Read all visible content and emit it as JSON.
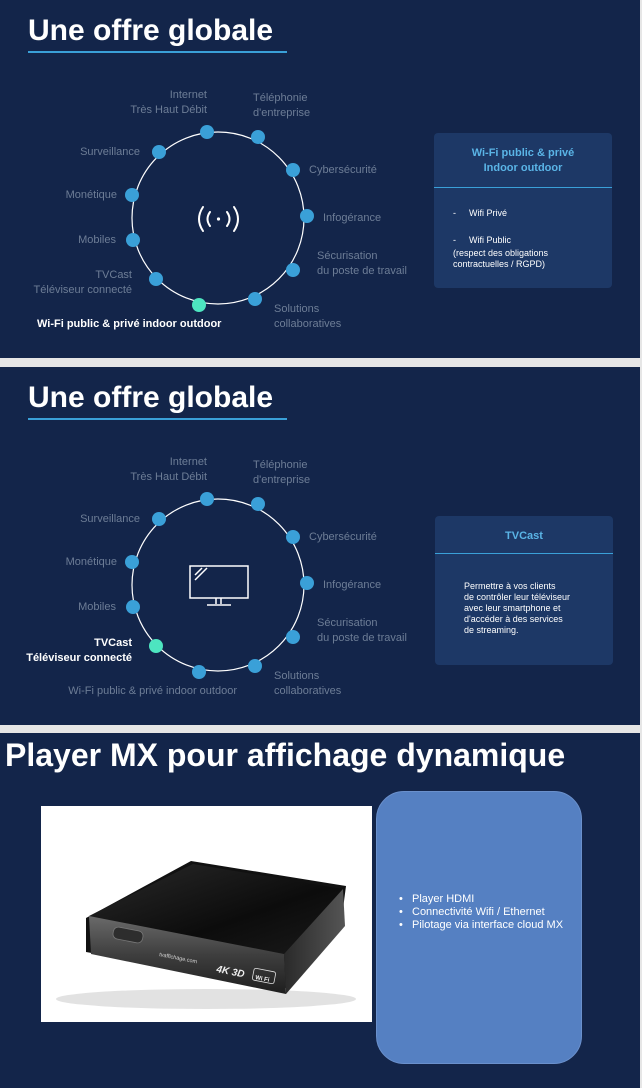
{
  "slides": [
    {
      "title": "Une offre globale",
      "labels": {
        "internet": [
          "Internet",
          "Très Haut Débit"
        ],
        "telephonie": [
          "Téléphonie",
          "d'entreprise"
        ],
        "surveillance": "Surveillance",
        "cybersecurite": "Cybersécurité",
        "monetique": "Monétique",
        "infogerance": "Infogérance",
        "mobiles": "Mobiles",
        "securisation": [
          "Sécurisation",
          "du poste de travail"
        ],
        "tvcast": [
          "TVCast",
          "Téléviseur connecté"
        ],
        "solutions": [
          "Solutions",
          "collaboratives"
        ],
        "wifi": "Wi-Fi public & privé indoor outdoor"
      },
      "active": "wifi",
      "center_icon": "wifi-icon",
      "card": {
        "title": [
          "Wi-Fi public & privé",
          "Indoor outdoor"
        ],
        "items": [
          {
            "bullet": "-",
            "text": "Wifi Privé"
          },
          {
            "bullet": "-",
            "text": "Wifi Public"
          }
        ],
        "note": [
          "(respect des obligations",
          "contractuelles / RGPD)"
        ]
      }
    },
    {
      "title": "Une offre globale",
      "labels": {
        "internet": [
          "Internet",
          "Très Haut Débit"
        ],
        "telephonie": [
          "Téléphonie",
          "d'entreprise"
        ],
        "surveillance": "Surveillance",
        "cybersecurite": "Cybersécurité",
        "monetique": "Monétique",
        "infogerance": "Infogérance",
        "mobiles": "Mobiles",
        "securisation": [
          "Sécurisation",
          "du poste de travail"
        ],
        "tvcast": [
          "TVCast",
          "Téléviseur connecté"
        ],
        "solutions": [
          "Solutions",
          "collaboratives"
        ],
        "wifi": "Wi-Fi public & privé indoor outdoor"
      },
      "active": "tvcast",
      "center_icon": "tv-monitor-icon",
      "card": {
        "title": [
          "TVCast"
        ],
        "paragraph": [
          "Permettre à vos clients",
          "de contrôler leur téléviseur",
          "avec leur smartphone et",
          "d'accéder à des services",
          "de streaming."
        ]
      }
    },
    {
      "title": "Player MX pour affichage dynamique",
      "photo": {
        "device_brand": "tvaffichage.com",
        "device_badge": "4K 3D",
        "device_wifi": "Wi Fi"
      },
      "bullets": [
        "Player HDMI",
        "Connectivité Wifi / Ethernet",
        "Pilotage via interface cloud MX"
      ]
    }
  ],
  "colors": {
    "background": "#13254a",
    "node": "#3aa0d8",
    "node_active": "#4de5c0",
    "accent": "#5ab4e6",
    "muted_text": "#6d7d96",
    "card": "#1d3866",
    "blue_box": "#5580c2"
  }
}
